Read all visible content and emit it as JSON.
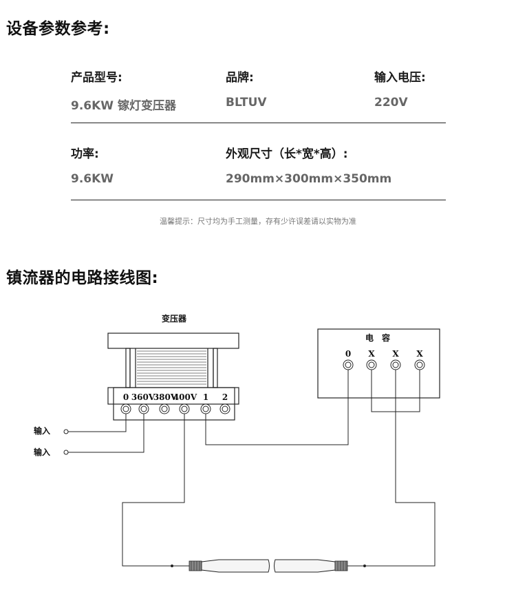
{
  "section1": {
    "title": "设备参数参考:"
  },
  "params": {
    "model_label": "产品型号:",
    "model_value": "9.6KW 镓灯变压器",
    "brand_label": "品牌:",
    "brand_value": "BLTUV",
    "voltage_label": "输入电压:",
    "voltage_value": "220V",
    "power_label": "功率:",
    "power_value": "9.6KW",
    "size_label": "外观尺寸（长*宽*高）:",
    "size_value": "290mm×300mm×350mm"
  },
  "note": "温馨提示：尺寸均为手工测量，存有少许误差请以实物为准",
  "section2": {
    "title": "镇流器的电路接线图:"
  },
  "diagram": {
    "transformer_label": "变压器",
    "terminals": [
      "0",
      "360V",
      "380V",
      "400V",
      "1",
      "2"
    ],
    "capacitor_label": "电　容",
    "cap_terminals": [
      "0",
      "X",
      "X",
      "X"
    ],
    "input_labels": [
      "输入",
      "输入"
    ]
  }
}
